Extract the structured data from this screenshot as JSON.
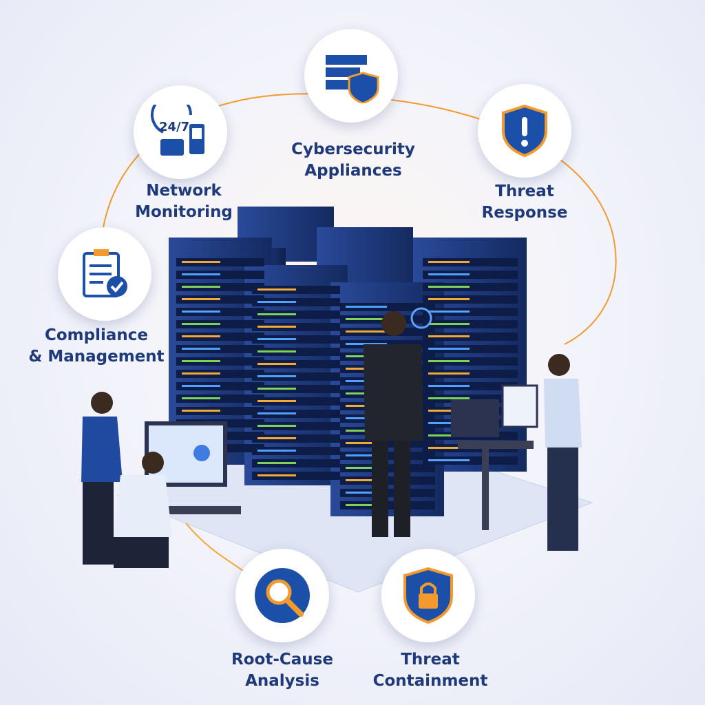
{
  "nodes": [
    {
      "id": "network-monitoring",
      "line1": "Network",
      "line2": "Monitoring",
      "icon": "clock-24-7-icon",
      "icon_text": "24/7"
    },
    {
      "id": "cybersecurity-appliances",
      "line1": "Cybersecurity",
      "line2": "Appliances",
      "icon": "server-shield-icon"
    },
    {
      "id": "threat-response",
      "line1": "Threat",
      "line2": "Response",
      "icon": "shield-exclamation-icon"
    },
    {
      "id": "compliance-management",
      "line1": "Compliance",
      "line2": "& Management",
      "icon": "clipboard-check-icon"
    },
    {
      "id": "root-cause-analysis",
      "line1": "Root-Cause",
      "line2": "Analysis",
      "icon": "magnifier-icon"
    },
    {
      "id": "threat-containment",
      "line1": "Threat",
      "line2": "Containment",
      "icon": "shield-lock-icon"
    }
  ],
  "colors": {
    "navy": "#1f3a7a",
    "blue": "#1b4fa8",
    "orange": "#f29a2e",
    "rack": "#1d3470"
  }
}
